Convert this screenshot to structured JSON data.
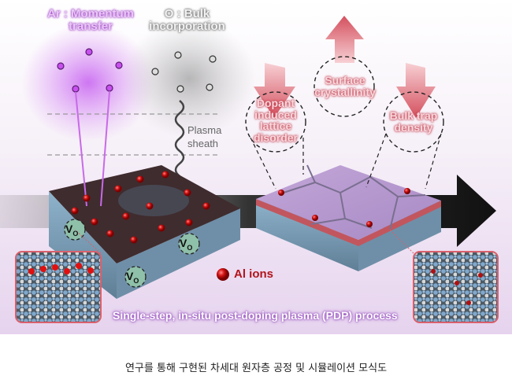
{
  "labels": {
    "ar": "Ar : Momentum transfer",
    "oxygen": "O : Bulk incorporation",
    "plasma_sheath": "Plasma sheath",
    "dopant": "Dopant induced lattice disorder",
    "surface": "Surface crystallinity",
    "bulk_trap": "Bulk trap density",
    "vacancy": "V",
    "vacancy_sub": "O",
    "al_ions": "Al ions",
    "process": "Single-step, in-situ post-doping plasma (PDP) process"
  },
  "caption": "연구를 통해 구현된 차세대 원자층 공정 및 시뮬레이션 모식도",
  "colors": {
    "ar": "#c34fe8",
    "oxygen": "#777777",
    "arrow": "#d9606c",
    "al": "#cc1010"
  }
}
